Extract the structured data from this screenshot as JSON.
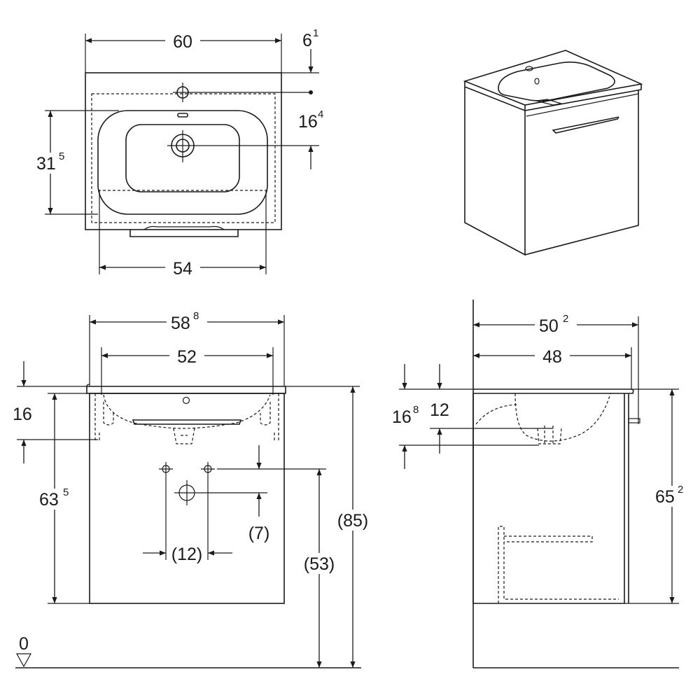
{
  "top_view": {
    "width": "60",
    "depth_main": "6",
    "depth_sup": "1",
    "hole_offset_main": "16",
    "hole_offset_sup": "4",
    "basin_depth_main": "31",
    "basin_depth_sup": "5",
    "basin_width": "54"
  },
  "front_view": {
    "total_width_main": "58",
    "total_width_sup": "8",
    "body_width": "52",
    "top_thickness": "16",
    "height_main": "63",
    "height_sup": "5",
    "drain_offset": "(7)",
    "hole_spacing": "(12)",
    "floor_to_drain": "(53)",
    "total_height": "(85)",
    "floor_level": "0"
  },
  "side_view": {
    "total_depth_main": "50",
    "total_depth_sup": "2",
    "body_depth": "48",
    "basin_depth_main": "16",
    "basin_depth_sup": "8",
    "basin_inner": "12",
    "height_main": "65",
    "height_sup": "2"
  }
}
